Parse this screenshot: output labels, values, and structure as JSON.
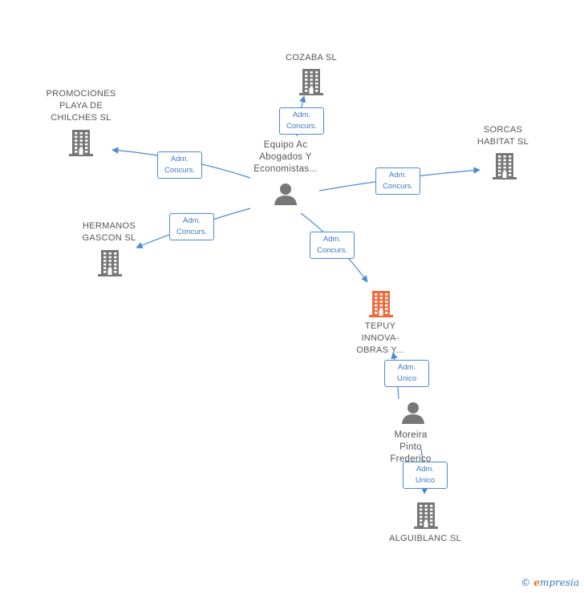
{
  "colors": {
    "edge": "#4a8ad4",
    "building": "#777777",
    "building_focus": "#ee6a3c",
    "person": "#777777",
    "label_text": "#555555",
    "edge_label_text": "#3a78c2"
  },
  "nodes": [
    {
      "id": "equipo",
      "type": "person",
      "lines": [
        "Equipo Ac",
        "Abogados Y",
        "Economistas..."
      ]
    },
    {
      "id": "cozaba",
      "type": "company",
      "lines": [
        "COZABA SL"
      ]
    },
    {
      "id": "promociones",
      "type": "company",
      "lines": [
        "PROMOCIONES",
        "PLAYA DE",
        "CHILCHES SL"
      ]
    },
    {
      "id": "sorcas",
      "type": "company",
      "lines": [
        "SORCAS",
        "HABITAT SL"
      ]
    },
    {
      "id": "hermanos",
      "type": "company",
      "lines": [
        "HERMANOS",
        "GASCON SL"
      ]
    },
    {
      "id": "tepuy",
      "type": "company",
      "focus": true,
      "lines": [
        "TEPUY",
        "INNOVA-",
        "OBRAS Y..."
      ]
    },
    {
      "id": "moreira",
      "type": "person",
      "lines": [
        "Moreira",
        "Pinto",
        "Frederico"
      ]
    },
    {
      "id": "alguiblanc",
      "type": "company",
      "lines": [
        "ALGUIBLANC SL"
      ]
    }
  ],
  "edges": [
    {
      "from": "equipo",
      "to": "cozaba",
      "label": [
        "Adm.",
        "Concurs."
      ]
    },
    {
      "from": "equipo",
      "to": "promociones",
      "label": [
        "Adm.",
        "Concurs."
      ]
    },
    {
      "from": "equipo",
      "to": "sorcas",
      "label": [
        "Adm.",
        "Concurs."
      ]
    },
    {
      "from": "equipo",
      "to": "hermanos",
      "label": [
        "Adm.",
        "Concurs."
      ]
    },
    {
      "from": "equipo",
      "to": "tepuy",
      "label": [
        "Adm.",
        "Concurs."
      ]
    },
    {
      "from": "moreira",
      "to": "tepuy",
      "label": [
        "Adm.",
        "Unico"
      ]
    },
    {
      "from": "moreira",
      "to": "alguiblanc",
      "label": [
        "Adm.",
        "Unico"
      ]
    }
  ],
  "footer": {
    "copyright": "©",
    "brand_initial": "e",
    "brand_rest": "mpresia"
  }
}
